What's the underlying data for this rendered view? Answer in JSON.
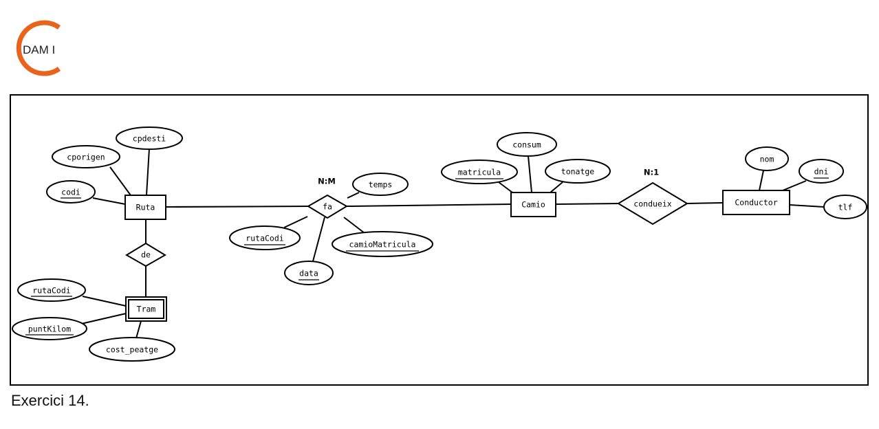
{
  "header": {
    "logo_text": "DAM I",
    "logo_color": "#e8641c"
  },
  "caption": "Exercici 14.",
  "diagram": {
    "entities": [
      {
        "id": "ruta",
        "label": "Ruta",
        "weak": false
      },
      {
        "id": "tram",
        "label": "Tram",
        "weak": true
      },
      {
        "id": "camio",
        "label": "Camio",
        "weak": false
      },
      {
        "id": "conductor",
        "label": "Conductor",
        "weak": false
      }
    ],
    "relationships": [
      {
        "id": "de",
        "label": "de",
        "cardinality": ""
      },
      {
        "id": "fa",
        "label": "fa",
        "cardinality": "N:M"
      },
      {
        "id": "condueix",
        "label": "condueix",
        "cardinality": "N:1"
      }
    ],
    "attributes": [
      {
        "id": "cporigen",
        "label": "cporigen",
        "key": false,
        "owner": "ruta"
      },
      {
        "id": "cpdesti",
        "label": "cpdesti",
        "key": false,
        "owner": "ruta"
      },
      {
        "id": "ruta-codi",
        "label": "codi",
        "key": true,
        "owner": "ruta"
      },
      {
        "id": "tram-rutacodi",
        "label": "rutaCodi",
        "key": true,
        "owner": "tram"
      },
      {
        "id": "puntkilom",
        "label": "puntKilom",
        "key": true,
        "owner": "tram"
      },
      {
        "id": "cost-peatge",
        "label": "cost_peatge",
        "key": false,
        "owner": "tram"
      },
      {
        "id": "temps",
        "label": "temps",
        "key": false,
        "owner": "fa"
      },
      {
        "id": "fa-rutacodi",
        "label": "rutaCodi",
        "key": true,
        "owner": "fa"
      },
      {
        "id": "data",
        "label": "data",
        "key": true,
        "owner": "fa"
      },
      {
        "id": "camiomatricula",
        "label": "camioMatricula",
        "key": true,
        "owner": "fa"
      },
      {
        "id": "consum",
        "label": "consum",
        "key": false,
        "owner": "camio"
      },
      {
        "id": "matricula",
        "label": "matricula",
        "key": true,
        "owner": "camio"
      },
      {
        "id": "tonatge",
        "label": "tonatge",
        "key": false,
        "owner": "camio"
      },
      {
        "id": "nom",
        "label": "nom",
        "key": false,
        "owner": "conductor"
      },
      {
        "id": "dni",
        "label": "dni",
        "key": true,
        "owner": "conductor"
      },
      {
        "id": "tlf",
        "label": "tlf",
        "key": false,
        "owner": "conductor"
      }
    ]
  }
}
